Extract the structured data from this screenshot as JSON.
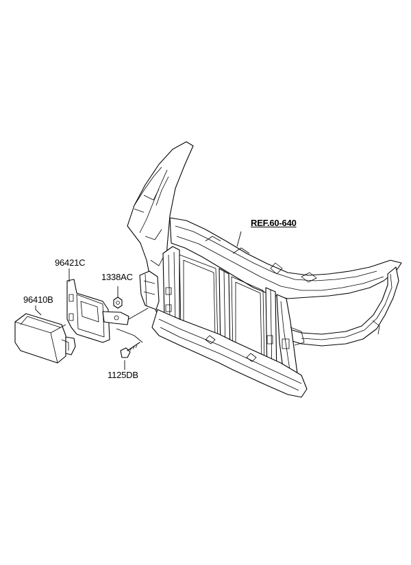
{
  "labels": {
    "ref": "REF.60-640",
    "bracket": "96421C",
    "nut": "1338AC",
    "sensor": "96410B",
    "bolt": "1125DB"
  },
  "colors": {
    "line": "#000000",
    "background": "#ffffff"
  }
}
